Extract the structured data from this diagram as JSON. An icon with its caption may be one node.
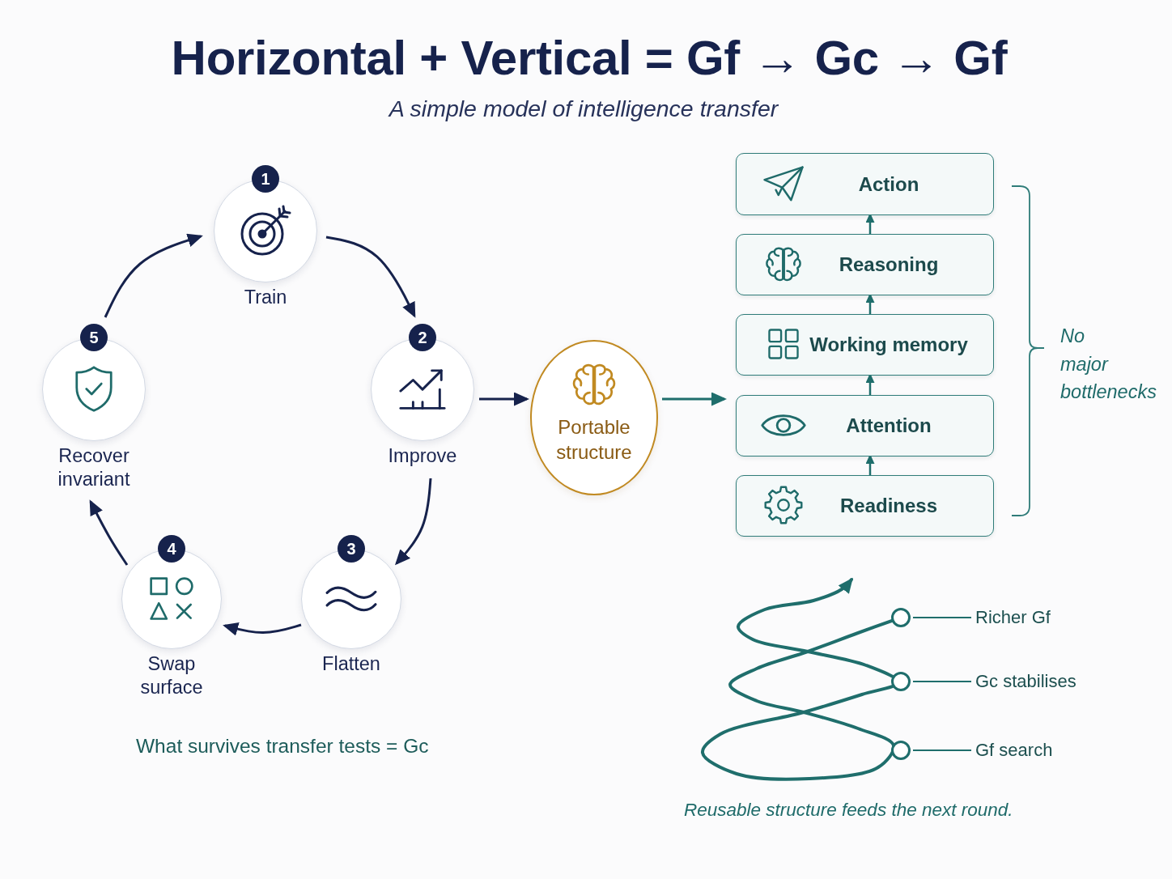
{
  "diagram": {
    "title": "Horizontal + Vertical = Gf → Gc → Gf",
    "nodes": [
      {
        "text": [
          "1",
          "Train"
        ]
      },
      {
        "text": [
          "2",
          "Improve"
        ]
      },
      {
        "text": [
          "3",
          "Flatten"
        ]
      },
      {
        "text": [
          "4",
          "Swap surface"
        ]
      },
      {
        "text": [
          "5",
          "Recover invariant"
        ]
      },
      {
        "text": [
          "Portable structure"
        ]
      },
      {
        "text": [
          "Action"
        ]
      },
      {
        "text": [
          "Reasoning"
        ]
      },
      {
        "text": [
          "Working memory"
        ]
      },
      {
        "text": [
          "Attention"
        ]
      },
      {
        "text": [
          "Readiness"
        ]
      },
      {
        "text": [
          "Richer Gf"
        ]
      },
      {
        "text": [],
        "shape": "circle"
      },
      {
        "text": [
          "Gc stabilises"
        ]
      },
      {
        "text": [],
        "shape": "circle"
      },
      {
        "text": [
          "Gf search"
        ]
      },
      {
        "text": [],
        "shape": "circle"
      }
    ],
    "edges": [
      {
        "from": 0,
        "to": 1,
        "arrow": "to",
        "color": "#16224c"
      },
      {
        "from": 1,
        "to": 2,
        "arrow": "to",
        "color": "#16224c"
      },
      {
        "from": 2,
        "to": 3,
        "arrow": "to",
        "color": "#16224c"
      },
      {
        "from": 3,
        "to": 4,
        "arrow": "to",
        "color": "#16224c"
      },
      {
        "from": 4,
        "to": 0,
        "arrow": "to",
        "color": "#16224c"
      },
      {
        "from": 1,
        "to": 5,
        "arrow": "to",
        "color": "#16224c"
      },
      {
        "from": 5,
        "to": 9,
        "arrow": "to"
      },
      {
        "from": 10,
        "to": 9,
        "arrow": "to"
      },
      {
        "from": 9,
        "to": 8,
        "arrow": "to"
      },
      {
        "from": 8,
        "to": 7,
        "arrow": "to"
      },
      {
        "from": 7,
        "to": 6,
        "arrow": "to"
      },
      {
        "from": 11,
        "to": 12,
        "arrow": "none"
      },
      {
        "from": 13,
        "to": 14,
        "arrow": "none"
      },
      {
        "from": 15,
        "to": 16,
        "arrow": "none"
      }
    ],
    "labels": [
      "A simple model of intelligence transfer",
      "No major bottlenecks",
      "What survives transfer tests = Gc",
      "Reusable structure feeds the next round."
    ]
  }
}
